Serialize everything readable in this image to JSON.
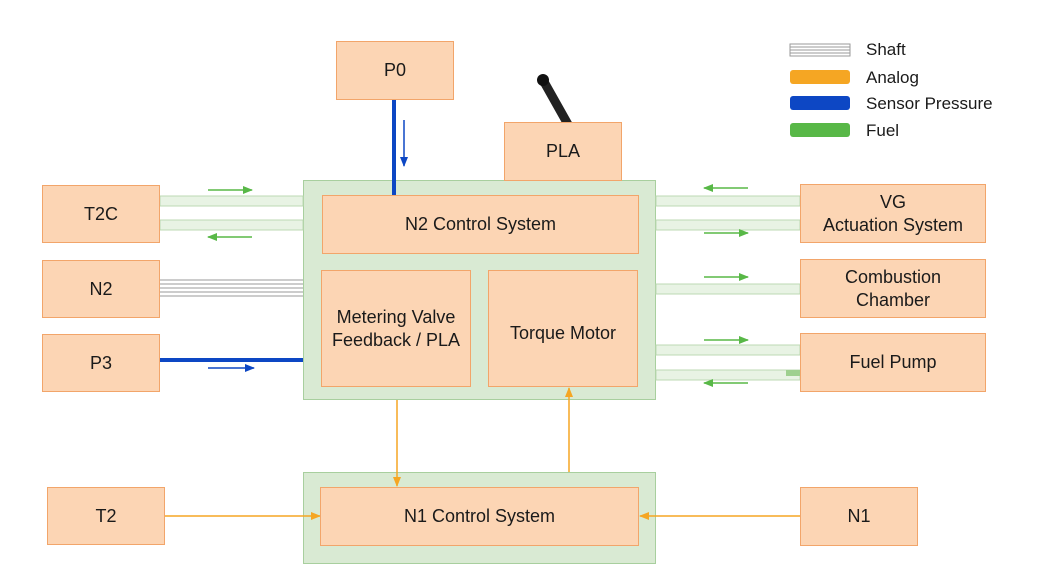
{
  "legend": {
    "shaft": "Shaft",
    "analog": "Analog",
    "sensor_pressure": "Sensor Pressure",
    "fuel": "Fuel"
  },
  "colors": {
    "analog": "#f5a623",
    "sensor_pressure": "#0d47c4",
    "fuel": "#58b847",
    "box_fill": "#fcd5b4",
    "panel_fill": "#d9ead3"
  },
  "boxes": {
    "p0": "P0",
    "pla": "PLA",
    "t2c": "T2C",
    "n2": "N2",
    "p3": "P3",
    "t2": "T2",
    "vg": "VG\nActuation System",
    "combustion": "Combustion\nChamber",
    "fuel_pump": "Fuel Pump",
    "n1": "N1",
    "n2_control": "N2 Control System",
    "metering_valve": "Metering Valve\nFeedback / PLA",
    "torque_motor": "Torque Motor",
    "n1_control": "N1 Control System"
  }
}
